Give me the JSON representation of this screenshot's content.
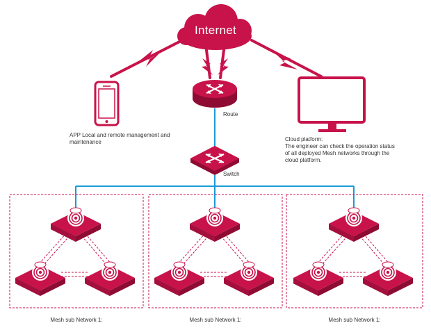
{
  "colors": {
    "accent": "#c8134a",
    "accent_dark": "#8e0c33",
    "accent_light": "#e2476f",
    "link": "#1a9ad6",
    "text": "#333333"
  },
  "cloud": {
    "label": "Internet",
    "icon": "cloud-icon"
  },
  "router": {
    "label": "Route",
    "icon": "router-icon"
  },
  "switch": {
    "label": "Switch",
    "icon": "switch-icon"
  },
  "app": {
    "icon": "smartphone-icon",
    "description": "APP  Local and remote management and maintenance"
  },
  "cloud_platform": {
    "icon": "monitor-icon",
    "title": "Cloud platform:",
    "description": "The engineer can check the operation status of all deployed Mesh networks through the cloud platform."
  },
  "mesh_networks": [
    {
      "label": "Mesh sub Network 1:",
      "node_icon": "wireless-node-icon"
    },
    {
      "label": "Mesh sub Network 1:",
      "node_icon": "wireless-node-icon"
    },
    {
      "label": "Mesh sub Network 1:",
      "node_icon": "wireless-node-icon"
    }
  ]
}
